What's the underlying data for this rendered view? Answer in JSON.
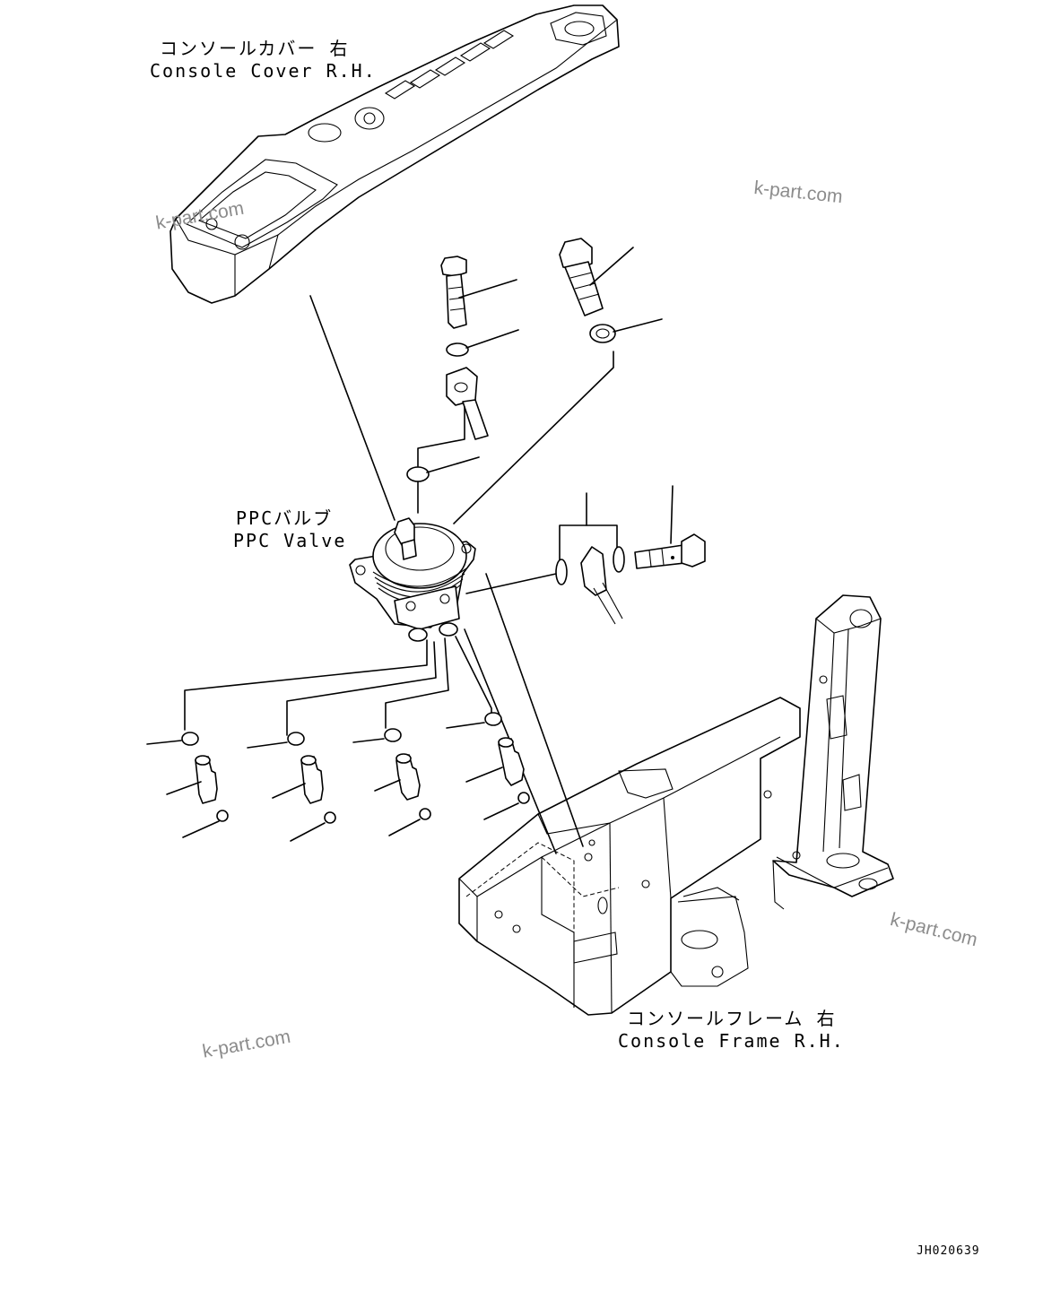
{
  "labels": {
    "console_cover": {
      "jp": "コンソールカバー 右",
      "en": "Console Cover R.H."
    },
    "ppc_valve": {
      "jp": "PPCバルブ",
      "en": "PPC Valve"
    },
    "console_frame": {
      "jp": "コンソールフレーム 右",
      "en": "Console Frame R.H."
    }
  },
  "watermark": "k-part.com",
  "drawing_code": "JH020639",
  "colors": {
    "line": "#000000",
    "background": "#ffffff",
    "watermark": "#8c8c8c"
  }
}
